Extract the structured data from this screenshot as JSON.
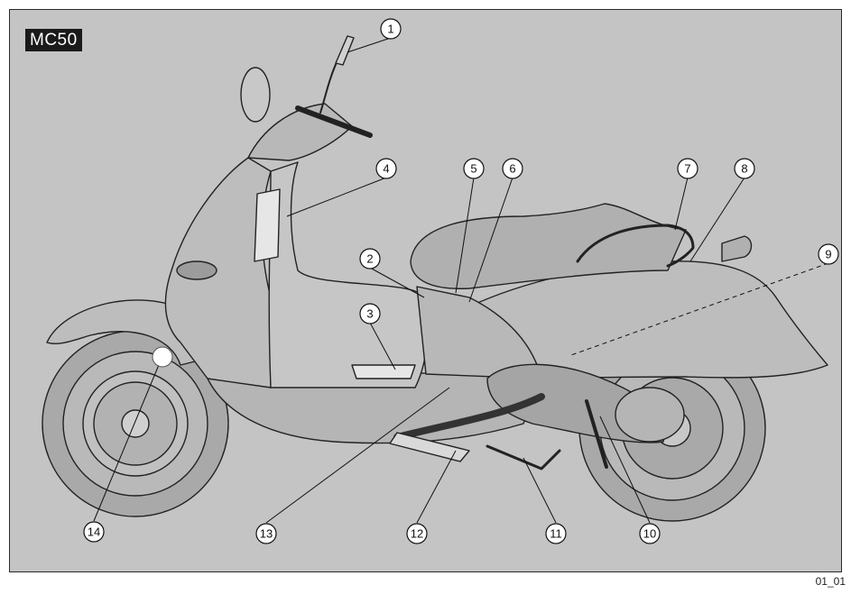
{
  "figure": {
    "model_label": "MC50",
    "figure_id": "01_01",
    "background": "#c4c4c4"
  },
  "callouts": [
    {
      "id": "1",
      "label": "1"
    },
    {
      "id": "2",
      "label": "2"
    },
    {
      "id": "3",
      "label": "3"
    },
    {
      "id": "4",
      "label": "4"
    },
    {
      "id": "5",
      "label": "5"
    },
    {
      "id": "6",
      "label": "6"
    },
    {
      "id": "7",
      "label": "7"
    },
    {
      "id": "8",
      "label": "8"
    },
    {
      "id": "9",
      "label": "9"
    },
    {
      "id": "10",
      "label": "10"
    },
    {
      "id": "11",
      "label": "11"
    },
    {
      "id": "12",
      "label": "12"
    },
    {
      "id": "13",
      "label": "13"
    },
    {
      "id": "14",
      "label": "14"
    }
  ]
}
